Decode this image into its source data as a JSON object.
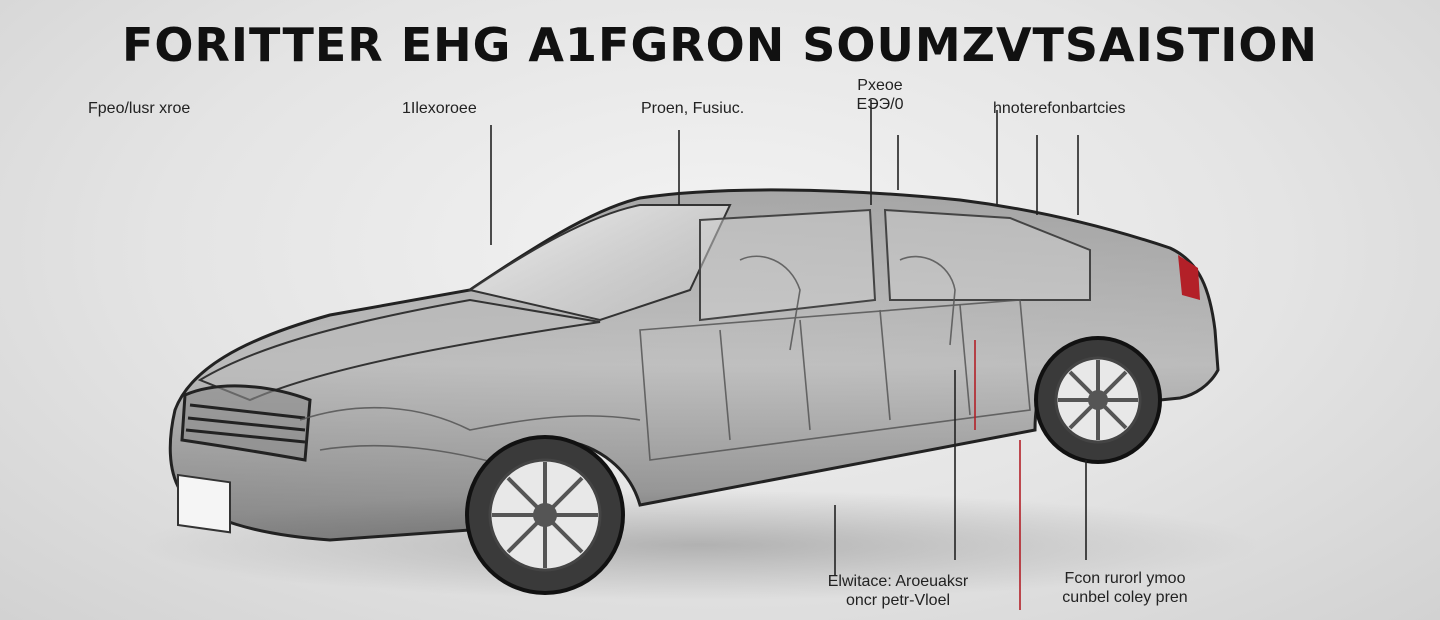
{
  "title": "FORITTER EHG A1FGRON SOUMZVTSAISTION",
  "labels": {
    "top_1": "Fpeo/lusr xroe",
    "top_2": "1Ilexoroee",
    "top_3": "Proen, Fusiuc.",
    "top_4_line1": "Pxeoe",
    "top_4_line2": "ЕЭЭ/0",
    "top_5": "hnoterefonbartcies",
    "bottom_1_line1": "Elwitace: Aroeuaksr",
    "bottom_1_line2": "oncr petr-Vloel",
    "bottom_2_line1": "Fcon rurorl ymoo",
    "bottom_2_line2": "cunbel coley pren"
  },
  "colors": {
    "accent_red": "#b32028",
    "leader_line": "#222222"
  }
}
